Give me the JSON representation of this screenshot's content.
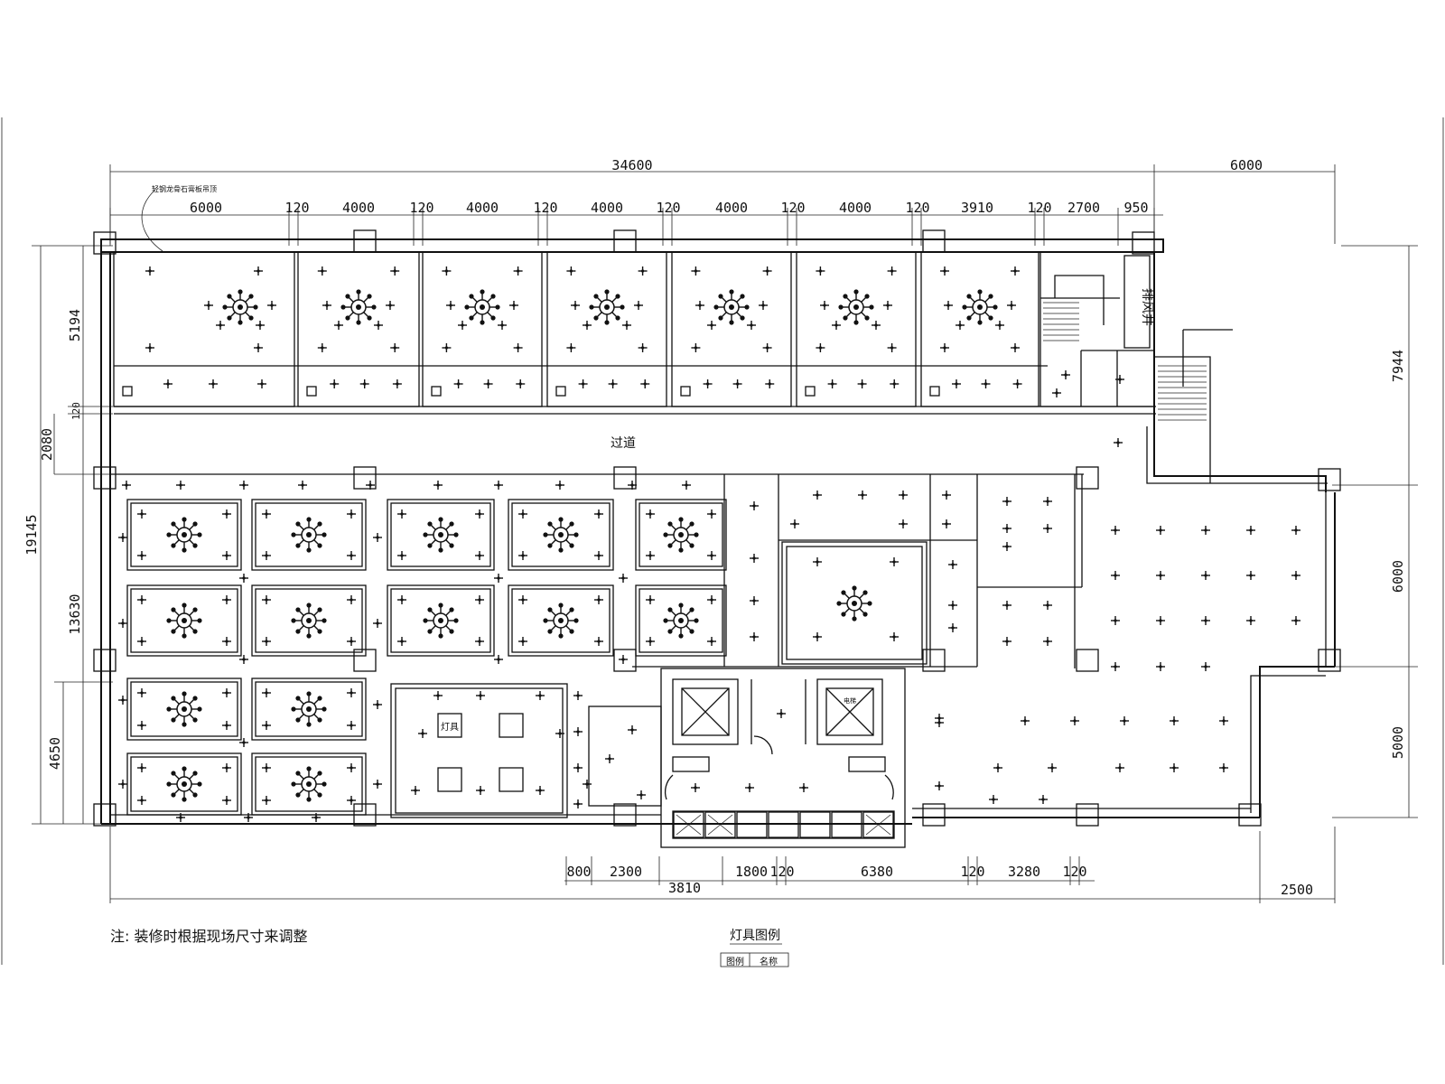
{
  "dimensions": {
    "top_total": "34600",
    "top_right": "6000",
    "top_segments": [
      "6000",
      "120",
      "4000",
      "120",
      "4000",
      "120",
      "4000",
      "120",
      "4000",
      "120",
      "4000",
      "120",
      "3910",
      "120",
      "2700",
      "950"
    ],
    "left_total": "19145",
    "left_segments": [
      "5194",
      "120",
      "2080",
      "13630",
      "4650"
    ],
    "right_segments": [
      "7944",
      "6000",
      "5000"
    ],
    "bottom_segments": [
      "800",
      "2300",
      "3810",
      "1800",
      "120",
      "6380",
      "120",
      "3280",
      "120"
    ],
    "bottom_right": "2500"
  },
  "labels": {
    "corridor": "过道",
    "light_box": "灯具",
    "shaft": "排风井",
    "note": "注: 装修时根据现场尺寸来调整",
    "legend_title": "灯具图例",
    "legend_col1": "图例",
    "legend_col2": "名称",
    "callout_top": "轻钢龙骨石膏板吊顶",
    "elevator": "电梯"
  }
}
